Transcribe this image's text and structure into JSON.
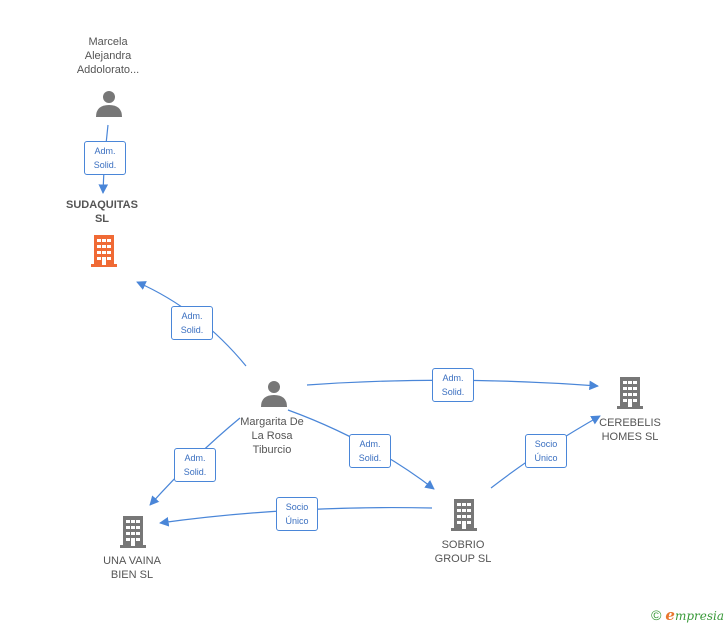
{
  "nodes": {
    "marcela": {
      "lines": [
        "Marcela",
        "Alejandra",
        "Addolorato..."
      ],
      "kind": "person"
    },
    "sudaquitas": {
      "lines": [
        "SUDAQUITAS",
        "SL"
      ],
      "kind": "company-main",
      "color": "#f06a35"
    },
    "margarita": {
      "lines": [
        "Margarita De",
        "La Rosa",
        "Tiburcio"
      ],
      "kind": "person"
    },
    "cerebelis": {
      "lines": [
        "CEREBELIS",
        "HOMES  SL"
      ],
      "kind": "company"
    },
    "sobrio": {
      "lines": [
        "SOBRIO",
        "GROUP  SL"
      ],
      "kind": "company"
    },
    "unavaina": {
      "lines": [
        "UNA VAINA",
        "BIEN  SL"
      ],
      "kind": "company"
    }
  },
  "edges": {
    "marcela_sudaquitas": [
      "Adm.",
      "Solid."
    ],
    "margarita_sudaquitas": [
      "Adm.",
      "Solid."
    ],
    "margarita_cerebelis": [
      "Adm.",
      "Solid."
    ],
    "margarita_unavaina": [
      "Adm.",
      "Solid."
    ],
    "margarita_sobrio": [
      "Adm.",
      "Solid."
    ],
    "sobrio_cerebelis": [
      "Socio",
      "Único"
    ],
    "sobrio_unavaina": [
      "Socio",
      "Único"
    ]
  },
  "colors": {
    "edge": "#4a86d8",
    "person_icon": "#777777",
    "company_icon": "#777777",
    "main_company": "#f06a35"
  },
  "footer": {
    "copyright": "©",
    "brand_initial": "e",
    "brand_rest": "mpresia"
  }
}
